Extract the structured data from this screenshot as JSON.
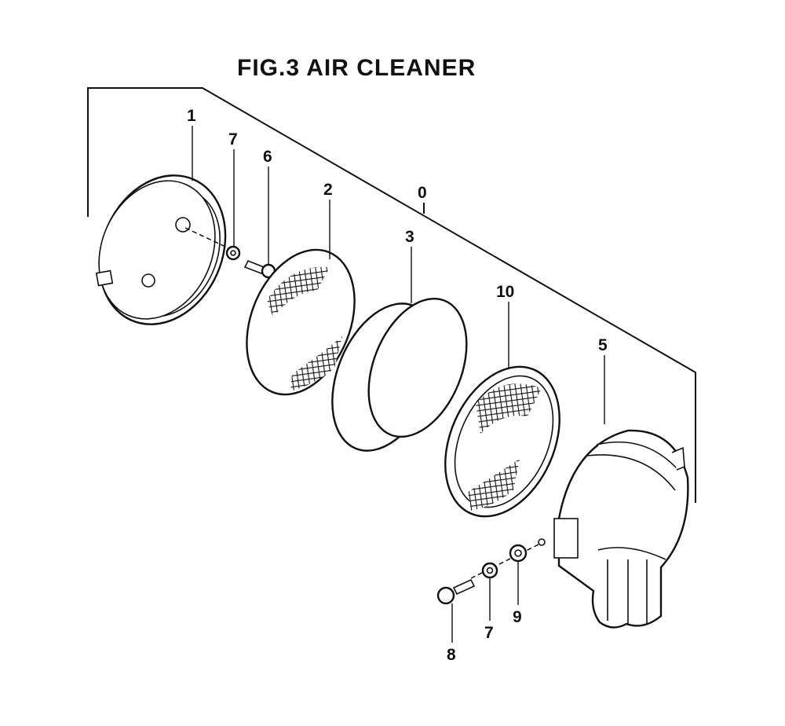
{
  "figure": {
    "title": "FIG.3   AIR  CLEANER"
  },
  "parts": [
    {
      "id": "p0",
      "label": "0"
    },
    {
      "id": "p1",
      "label": "1"
    },
    {
      "id": "p2",
      "label": "2"
    },
    {
      "id": "p3",
      "label": "3"
    },
    {
      "id": "p5",
      "label": "5"
    },
    {
      "id": "p6",
      "label": "6"
    },
    {
      "id": "p7a",
      "label": "7"
    },
    {
      "id": "p7b",
      "label": "7"
    },
    {
      "id": "p8",
      "label": "8"
    },
    {
      "id": "p9",
      "label": "9"
    },
    {
      "id": "p10",
      "label": "10"
    }
  ],
  "colors": {
    "ink": "#111111",
    "paper": "#ffffff"
  }
}
